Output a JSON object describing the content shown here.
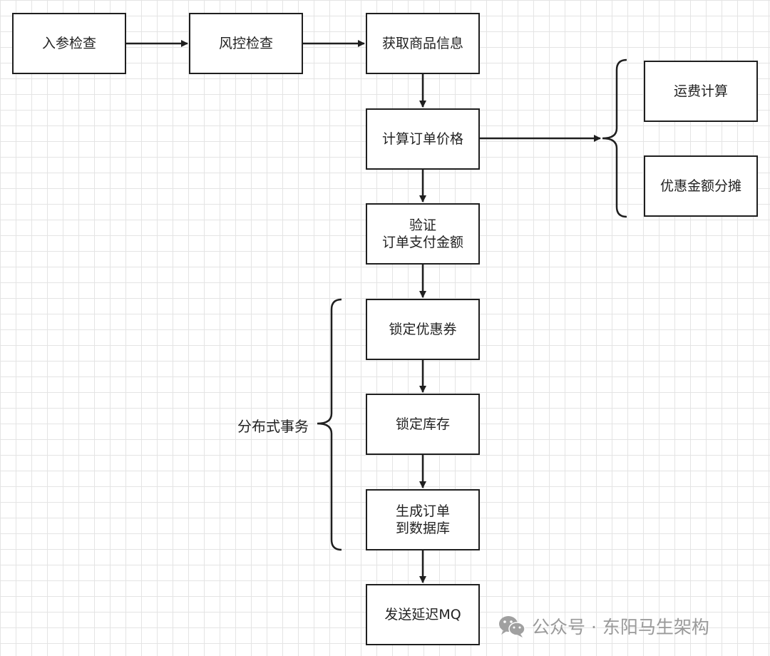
{
  "nodes": {
    "param_check": "入参检查",
    "risk_check": "风控检查",
    "get_product_info": "获取商品信息",
    "calc_order_price": "计算订单价格",
    "verify_line1": "验证",
    "verify_line2": "订单支付金额",
    "lock_coupon": "锁定优惠券",
    "lock_inventory": "锁定库存",
    "create_order_line1": "生成订单",
    "create_order_line2": "到数据库",
    "send_delay_mq": "发送延迟MQ",
    "shipping_calc": "运费计算",
    "discount_allocation": "优惠金额分摊"
  },
  "labels": {
    "distributed_transaction": "分布式事务"
  },
  "watermark": {
    "text": "公众号 · 东阳马生架构",
    "icon": "wechat-icon"
  },
  "colors": {
    "stroke": "#1f1f1f",
    "grid": "#e4e4e4",
    "watermark": "#9a9a9a"
  }
}
